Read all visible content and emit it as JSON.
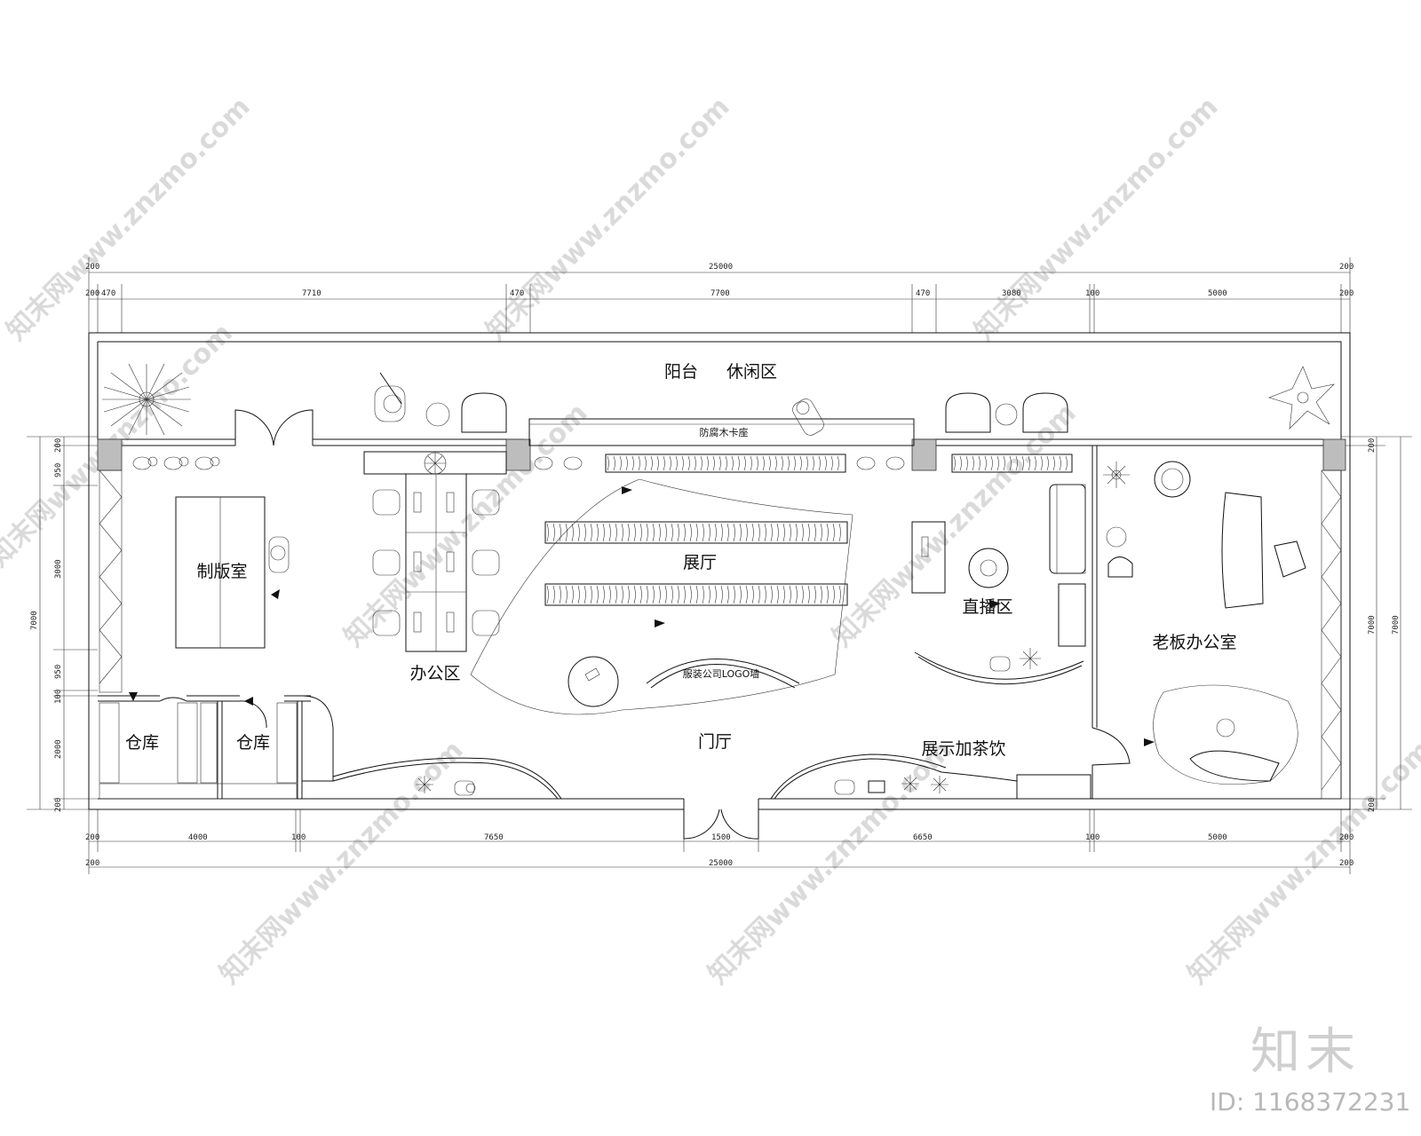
{
  "rooms": {
    "balcony": "阳台",
    "lounge": "休闲区",
    "bench": "防腐木卡座",
    "pattern_room": "制版室",
    "office_area": "办公区",
    "showroom": "展厅",
    "live_area": "直播区",
    "boss_office": "老板办公室",
    "storage_1": "仓库",
    "storage_2": "仓库",
    "lobby": "门厅",
    "display_tea": "展示加茶饮",
    "logo_wall": "服装公司LOGO墙"
  },
  "dimensions": {
    "top_total": "25000",
    "top_segments": [
      "200",
      "470",
      "7710",
      "470",
      "7700",
      "470",
      "3080",
      "100",
      "5000",
      "200"
    ],
    "top_end_left": "200",
    "top_end_right": "200",
    "bottom_segments": [
      "200",
      "4000",
      "100",
      "7650",
      "1500",
      "6650",
      "100",
      "5000",
      "200"
    ],
    "bottom_total": "25000",
    "bottom_end_left": "200",
    "bottom_end_right": "200",
    "left_segments": [
      "200",
      "950",
      "3000",
      "950",
      "100",
      "2000",
      "200"
    ],
    "left_total": "7000",
    "right_segments": [
      "200",
      "7000",
      "200"
    ],
    "right_total": "7000"
  },
  "watermarks": {
    "site_text": "知末网www.znzmo.com"
  },
  "brand": {
    "logo": "知末",
    "id_label": "ID: 1168372231"
  }
}
